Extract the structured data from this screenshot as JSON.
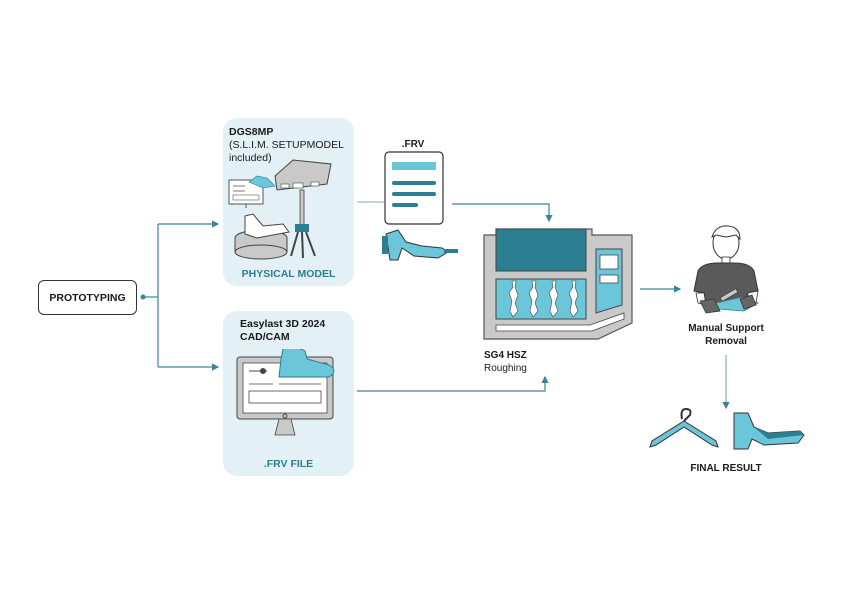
{
  "colors": {
    "teal_dark": "#2b7f90",
    "teal_light": "#6cc6d9",
    "card_bg": "#e3f0f6",
    "machine_gray": "#c9c9c9",
    "connector": "#3a8497"
  },
  "start": {
    "label": "PROTOTYPING"
  },
  "physical_card": {
    "title": "DGS8MP",
    "subtitle_line1": "(S.L.I.M. SETUPMODEL",
    "subtitle_line2": "included)",
    "footer": "PHYSICAL MODEL",
    "icons": [
      "monitor-icon",
      "scanner-icon",
      "tripod-icon",
      "shoe-last-icon",
      "turntable-icon"
    ]
  },
  "cad_card": {
    "title_line1": "Easylast 3D 2024",
    "title_line2": "CAD/CAM",
    "footer": ".FRV FILE",
    "icons": [
      "monitor-icon",
      "shoe-last-icon"
    ]
  },
  "frv_doc": {
    "label": ".FRV",
    "icons": [
      "document-icon",
      "heel-shoe-icon"
    ]
  },
  "machine": {
    "name": "SG4 HSZ",
    "process": "Roughing",
    "icon": "cnc-machine-icon"
  },
  "manual_step": {
    "line1": "Manual Support",
    "line2": "Removal",
    "icon": "worker-icon"
  },
  "final": {
    "label": "FINAL RESULT",
    "icons": [
      "hanger-icon",
      "heel-shoe-icon"
    ]
  }
}
